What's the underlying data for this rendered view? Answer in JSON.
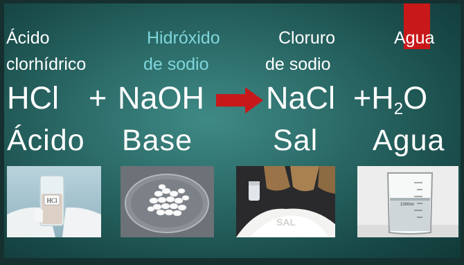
{
  "top_labels": {
    "acid": [
      "Ácido",
      "clorhídrico"
    ],
    "base": [
      "Hidróxido",
      "de sodio"
    ],
    "salt": [
      "Cloruro",
      "de sodio"
    ],
    "water": "Agua"
  },
  "equation": {
    "hcl": "HCl",
    "plus1": "+",
    "naoh": "NaOH",
    "nacl": "NaCl",
    "plus2": "+",
    "h": "H",
    "sub2": "2",
    "o": "O"
  },
  "categories": {
    "acid": "Ácido",
    "base": "Base",
    "salt": "Sal",
    "water": "Agua"
  },
  "photos": {
    "hcl_vial_text": "HCl",
    "salt_text": "SAL",
    "beaker_text": "1000ml"
  },
  "colors": {
    "background": "#2b6a67",
    "text": "#ffffff",
    "cyan_label": "#7fd6dc",
    "arrow": "#c8181a",
    "red_tab": "#c8181a"
  },
  "icons": {
    "arrow": "right-arrow-icon"
  }
}
